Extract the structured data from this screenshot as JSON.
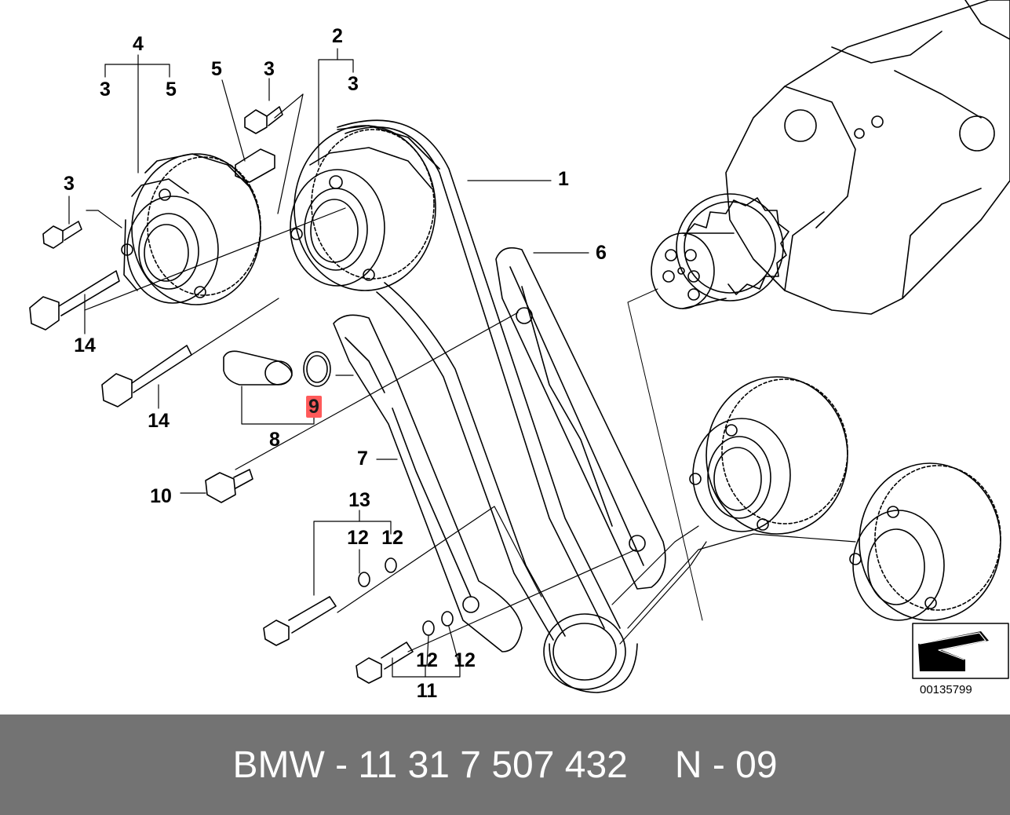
{
  "diagram": {
    "callouts": [
      {
        "id": "c4",
        "text": "4"
      },
      {
        "id": "c3a",
        "text": "3"
      },
      {
        "id": "c5a",
        "text": "5"
      },
      {
        "id": "c5b",
        "text": "5"
      },
      {
        "id": "c3b",
        "text": "3"
      },
      {
        "id": "c2",
        "text": "2"
      },
      {
        "id": "c3c",
        "text": "3"
      },
      {
        "id": "c3d",
        "text": "3"
      },
      {
        "id": "c1",
        "text": "1"
      },
      {
        "id": "c6",
        "text": "6"
      },
      {
        "id": "c14a",
        "text": "14"
      },
      {
        "id": "c14b",
        "text": "14"
      },
      {
        "id": "c9",
        "text": "9"
      },
      {
        "id": "c8",
        "text": "8"
      },
      {
        "id": "c7",
        "text": "7"
      },
      {
        "id": "c10",
        "text": "10"
      },
      {
        "id": "c13",
        "text": "13"
      },
      {
        "id": "c12a",
        "text": "12"
      },
      {
        "id": "c12b",
        "text": "12"
      },
      {
        "id": "c12c",
        "text": "12"
      },
      {
        "id": "c12d",
        "text": "12"
      },
      {
        "id": "c11",
        "text": "11"
      }
    ],
    "highlighted_part": "9",
    "reference_code": "00135799"
  },
  "footer": {
    "part_number": "BMW - 11 31 7 507 432",
    "position": "N - 09"
  },
  "colors": {
    "highlight": "#ff5a5a",
    "footer_background": "#737373",
    "footer_text": "#ffffff",
    "line_art": "#000000"
  }
}
